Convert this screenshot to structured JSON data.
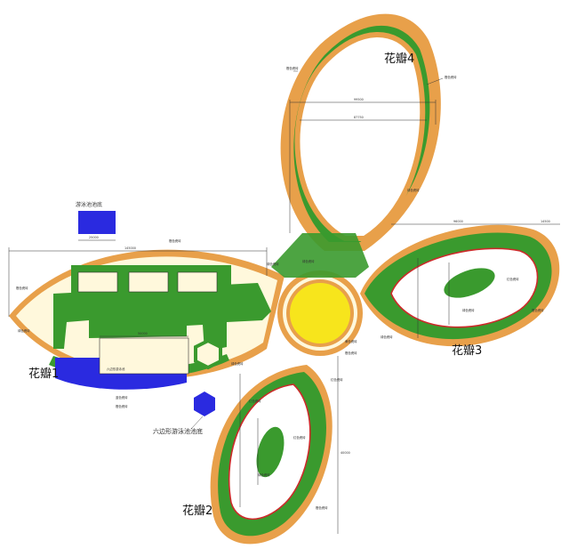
{
  "labels": {
    "petal_1": "花瓣1",
    "petal_2": "花瓣2",
    "petal_3": "花瓣3",
    "petal_4": "花瓣4",
    "pool_top_view": "游泳池池底",
    "hex_pool": "六边形游泳池池底"
  },
  "dimensions": {
    "petal1_width": "145000",
    "petal3_width": "96000",
    "petal3_right": "14500",
    "petal4_outer": "99500",
    "petal4_inner": "87750",
    "pool_width": "50000",
    "pool_legend": "25000",
    "petal2_height": "40000"
  },
  "annotations": {
    "green_floor": "绿色瓷砖",
    "orange_floor": "橙色瓷砖",
    "yellow_floor": "黄色瓷砖",
    "blue_floor": "蓝色瓷砖",
    "red_edge": "红色瓷砖",
    "hex_note": "六边形游泳池"
  },
  "colors": {
    "orange": "#e8a04a",
    "green": "#3a9a2e",
    "yellow": "#f7e51c",
    "blue": "#2a2ae0",
    "red": "#cc2a2a",
    "sand": "#fff8dc"
  }
}
